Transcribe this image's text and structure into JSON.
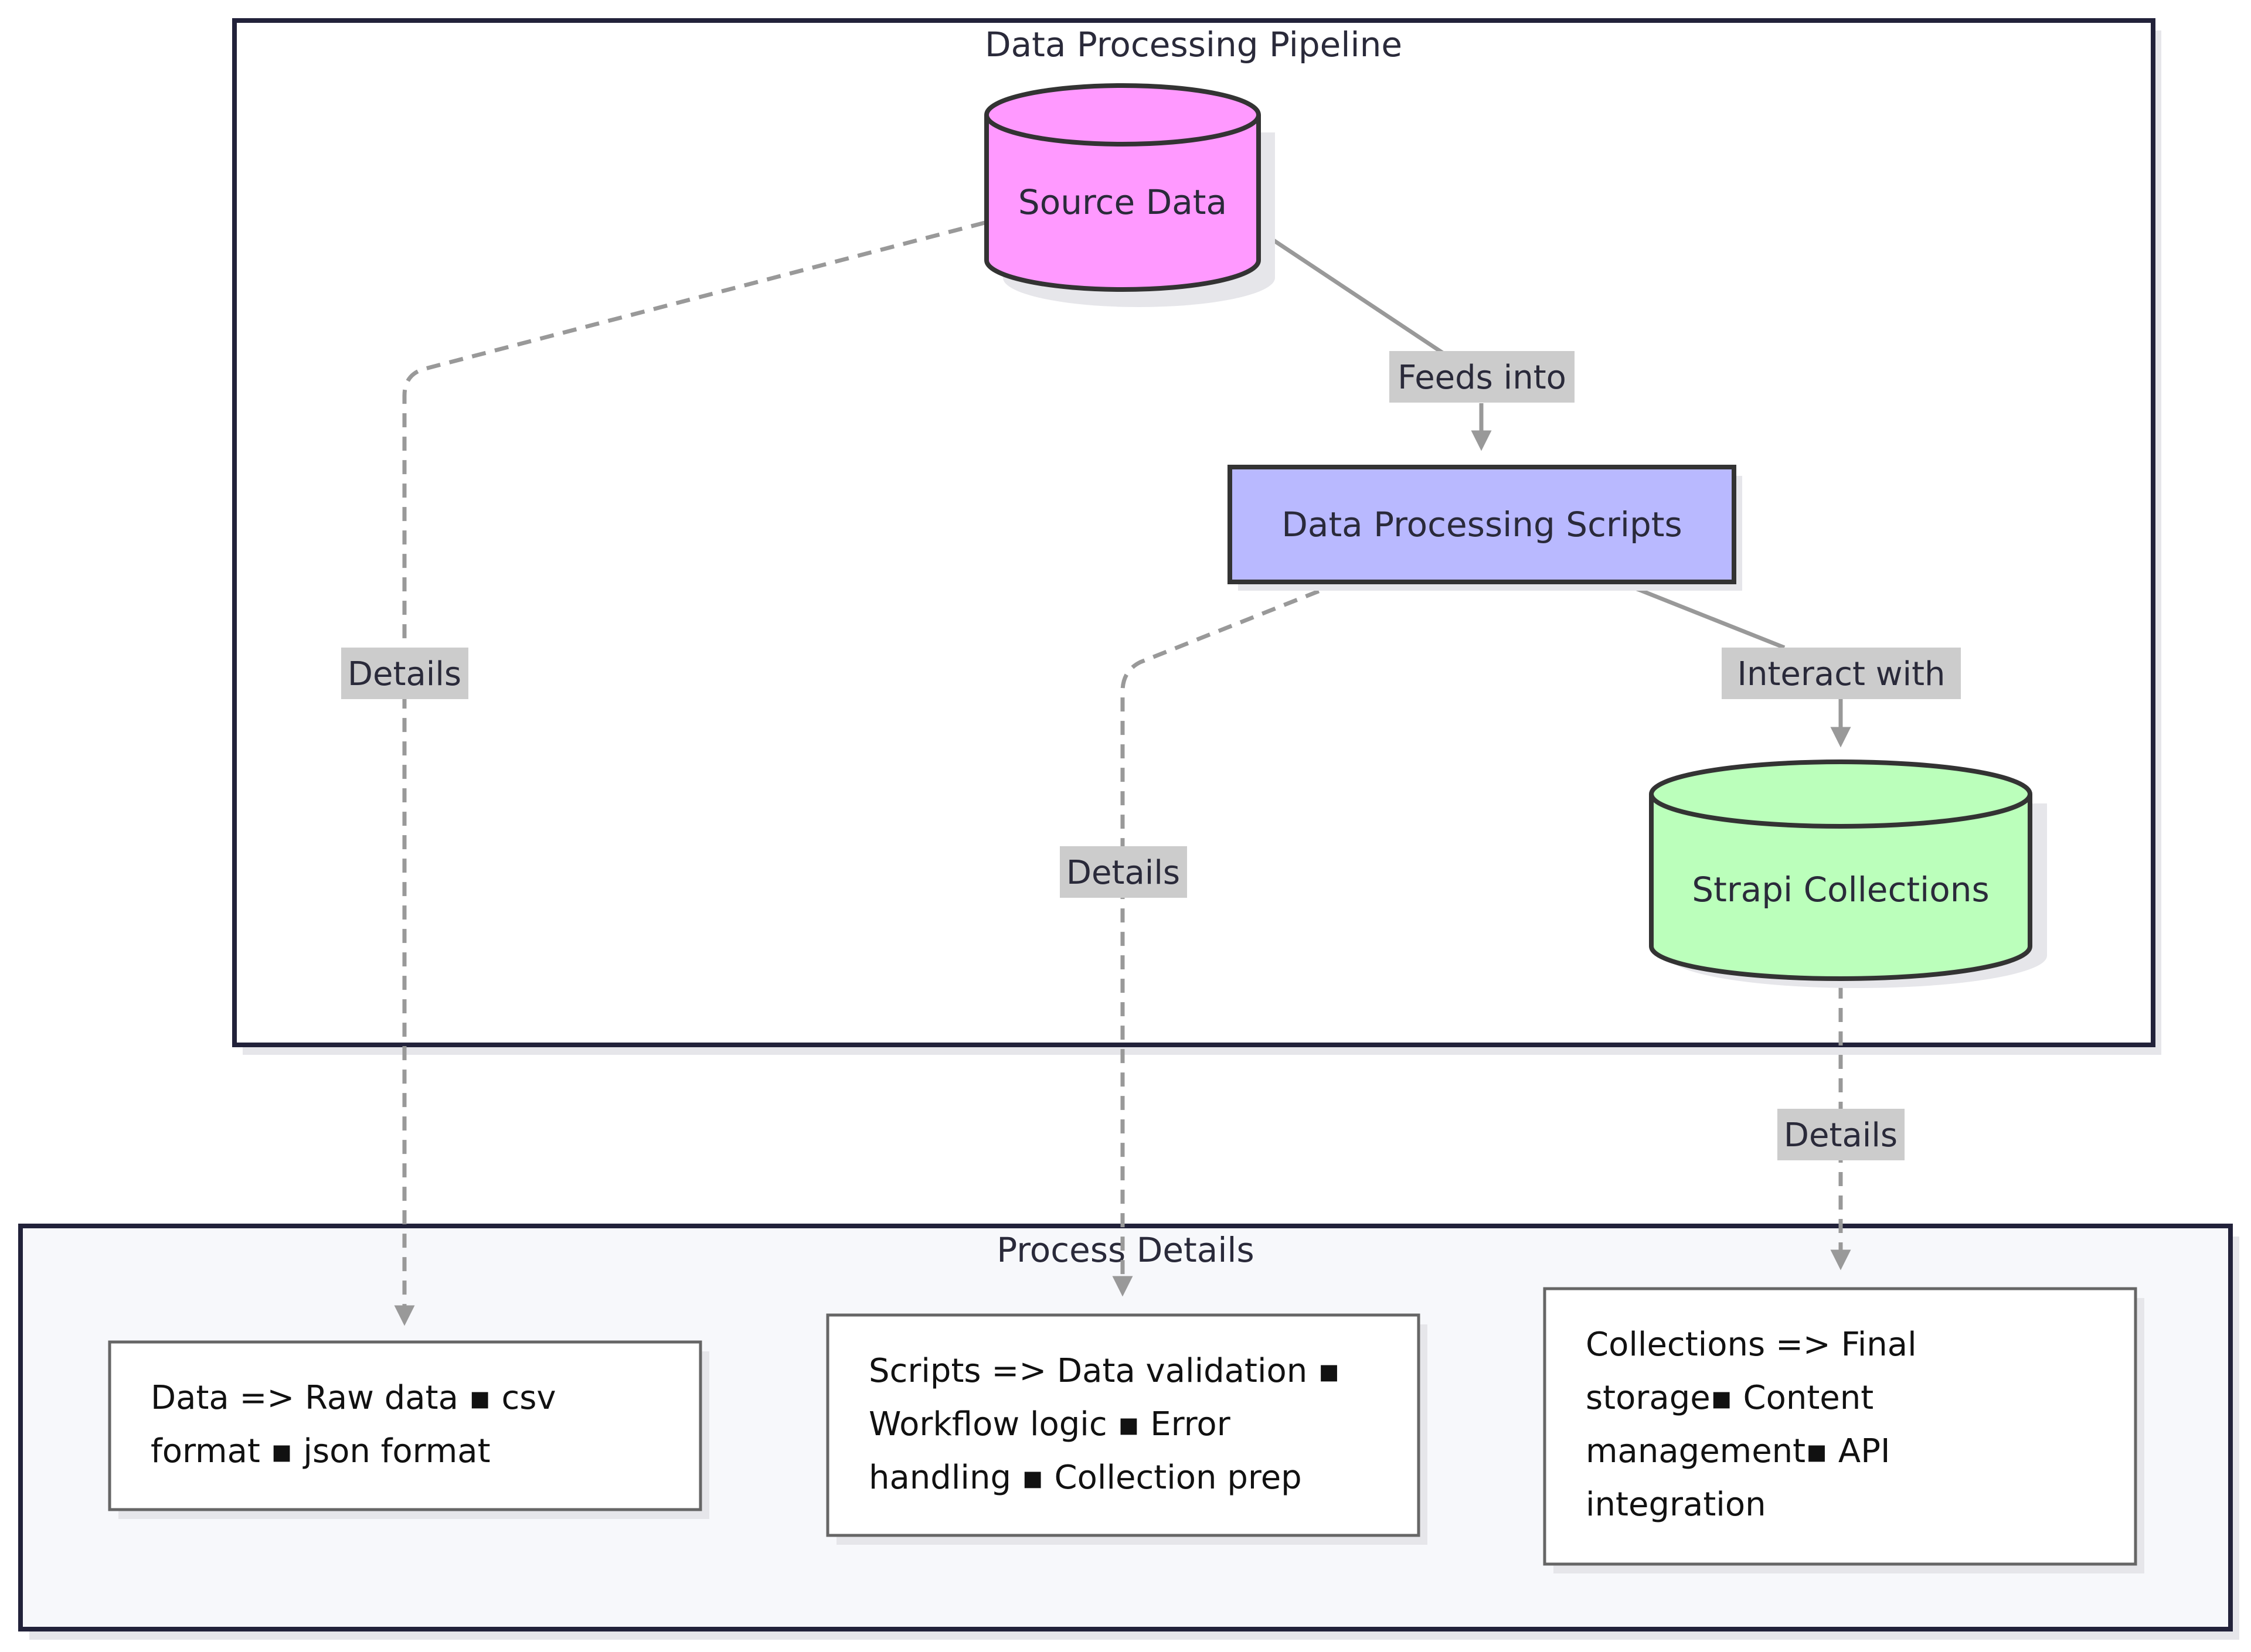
{
  "clusters": {
    "pipeline": {
      "title": "Data Processing Pipeline"
    },
    "details": {
      "title": "Process Details"
    }
  },
  "nodes": {
    "source": {
      "label": "Source Data",
      "fill": "#ff99ff"
    },
    "scripts": {
      "label": "Data Processing Scripts",
      "fill": "#b9b9ff"
    },
    "strapi": {
      "label": "Strapi Collections",
      "fill": "#bbffbb"
    }
  },
  "edges": {
    "feeds_into": {
      "label": "Feeds into"
    },
    "interact_with": {
      "label": "Interact with"
    },
    "details_source": {
      "label": "Details"
    },
    "details_scripts": {
      "label": "Details"
    },
    "details_strapi": {
      "label": "Details"
    }
  },
  "notes": {
    "data": {
      "lines": [
        "Data => Raw data ▪ csv",
        "format ▪ json format"
      ]
    },
    "scripts": {
      "lines": [
        "Scripts => Data validation ▪",
        "Workflow logic ▪ Error",
        "handling ▪ Collection prep"
      ]
    },
    "collections": {
      "lines": [
        "Collections => Final",
        "storage▪ Content",
        "management▪ API",
        "integration"
      ]
    }
  },
  "colors": {
    "cluster_border": "#22223a",
    "cluster_bg_details": "#f7f8fb",
    "edge": "#999999",
    "edge_label_bg": "#cccccc",
    "shadow": "#e6e6ea"
  }
}
